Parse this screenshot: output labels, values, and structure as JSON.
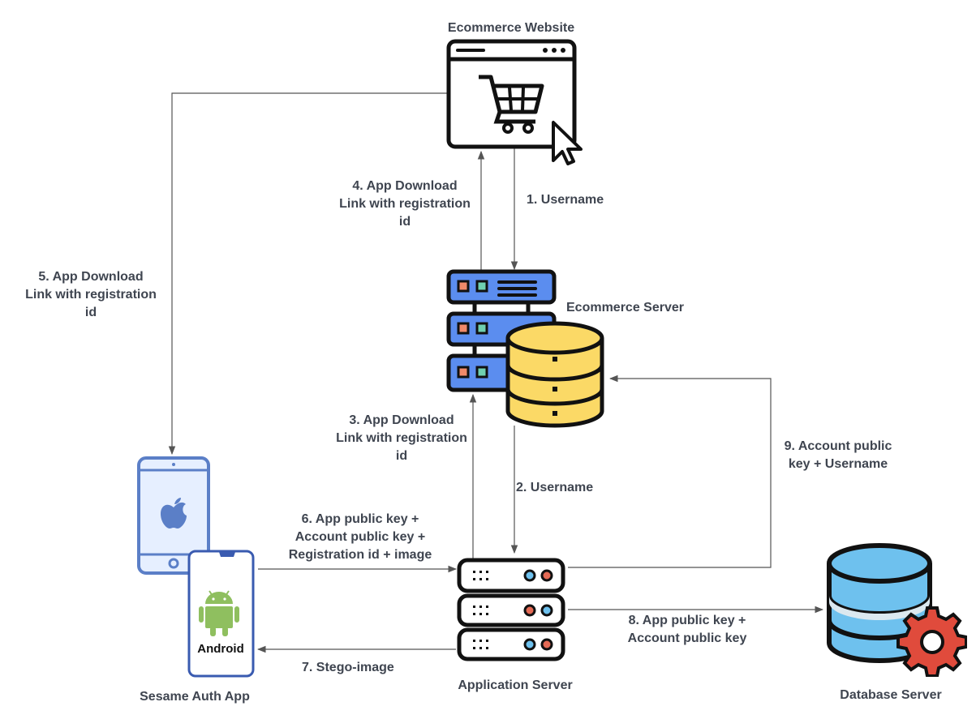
{
  "colors": {
    "text": "#3f4550",
    "arrow": "#555555",
    "outline": "#111111",
    "server_blue": "#5b8def",
    "db_yellow": "#fbd966",
    "db_blue": "#6ec1ee",
    "gear_red": "#e04b3c",
    "phone_blue": "#5b7fc7",
    "phone_fill": "#e6efff",
    "android_green": "#8fbf5f"
  },
  "icons": {
    "ecommerce_website": "browser-cart-icon",
    "ecommerce_server": "server-database-icon",
    "application_server": "server-rack-icon",
    "database_server": "database-gear-icon",
    "ios_phone": "apple-icon",
    "android_phone": "android-icon"
  },
  "nodes": {
    "ecommerce_website": "Ecommerce Website",
    "ecommerce_server": "Ecommerce Server",
    "application_server": "Application Server",
    "database_server": "Database Server",
    "sesame_auth_app": "Sesame Auth App",
    "android_label": "Android"
  },
  "edges": {
    "e1": "1. Username",
    "e2": "2. Username",
    "e3": "3. App Download\nLink with registration\nid",
    "e4": "4. App Download\nLink with registration\nid",
    "e5": "5. App Download\nLink with registration\nid",
    "e6": "6. App public key +\nAccount public key +\nRegistration id + image",
    "e7": "7. Stego-image",
    "e8": "8. App public key +\nAccount public key",
    "e9": "9. Account public\nkey + Username"
  }
}
